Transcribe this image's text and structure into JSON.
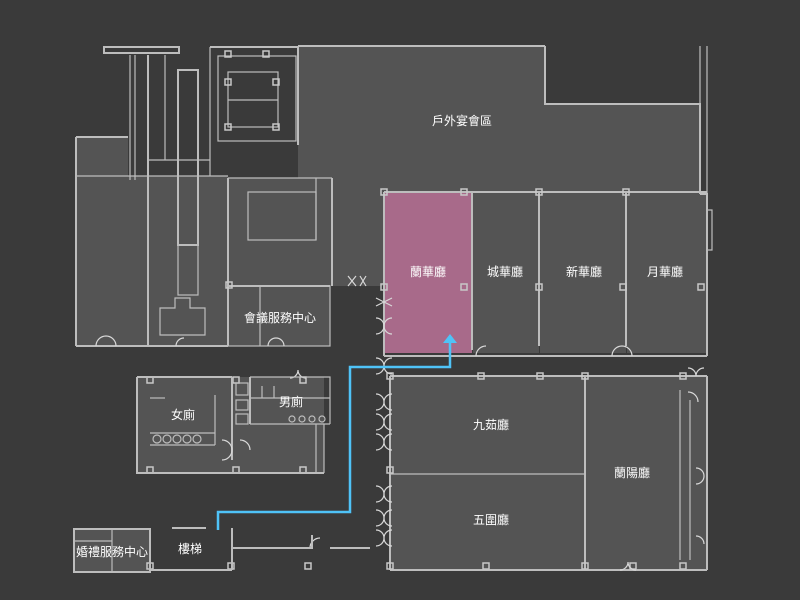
{
  "map": {
    "rooms": [
      {
        "id": "outdoor-banquet",
        "label": "戶外宴會區"
      },
      {
        "id": "lanhua-hall",
        "label": "蘭華廳",
        "highlighted": true
      },
      {
        "id": "chenghua-hall",
        "label": "城華廳"
      },
      {
        "id": "xinhua-hall",
        "label": "新華廳"
      },
      {
        "id": "yuehua-hall",
        "label": "月華廳"
      },
      {
        "id": "meeting-service",
        "label": "會議服務中心"
      },
      {
        "id": "womens-restroom",
        "label": "女廁"
      },
      {
        "id": "mens-restroom",
        "label": "男廁"
      },
      {
        "id": "jiuru-hall",
        "label": "九茹廳"
      },
      {
        "id": "lanyang-hall",
        "label": "蘭陽廳"
      },
      {
        "id": "wuyuan-hall",
        "label": "五圍廳"
      },
      {
        "id": "wedding-service",
        "label": "婚禮服務中心"
      },
      {
        "id": "stairs",
        "label": "樓梯"
      }
    ],
    "colors": {
      "background": "#3a3a3a",
      "room_fill": "#545454",
      "wall": "#bdbdbd",
      "highlight": "#a86a8a",
      "route": "#4fc3f7"
    }
  }
}
